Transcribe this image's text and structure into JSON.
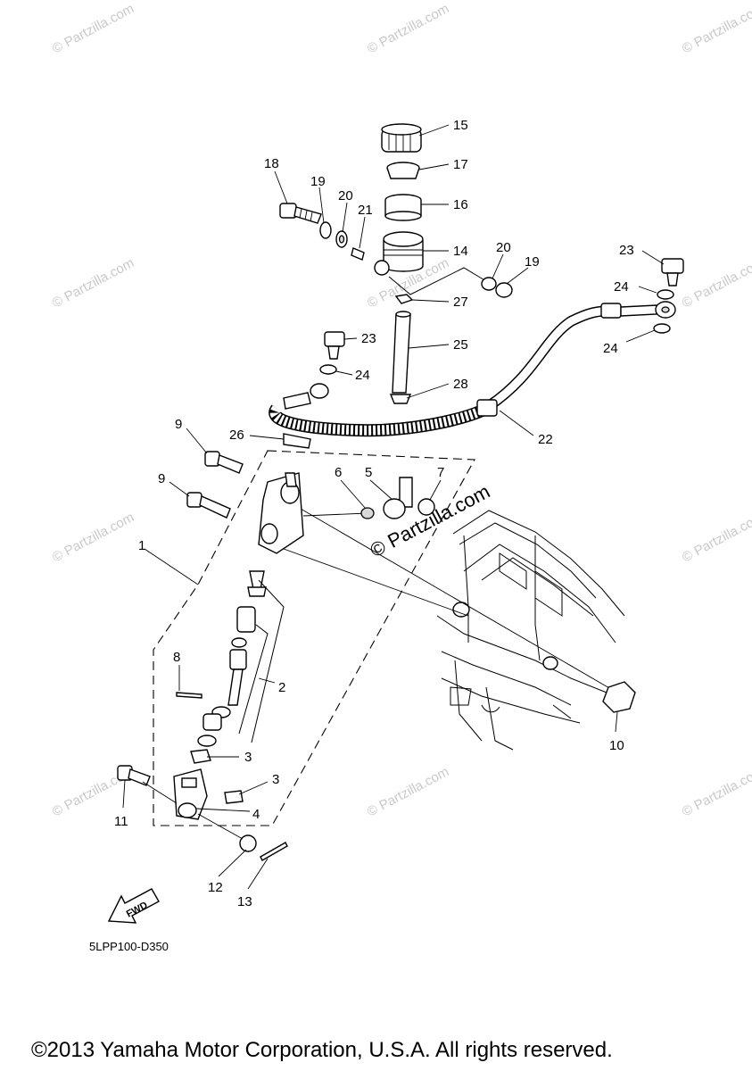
{
  "diagram": {
    "code": "5LPP100-D350",
    "fwd_label": "FWD",
    "copyright": "©2013 Yamaha Motor Corporation, U.S.A. All rights reserved.",
    "watermark_small": "© Partzilla.com",
    "watermark_center": "© Partzilla.com",
    "callouts": {
      "c1": "1",
      "c2": "2",
      "c3a": "3",
      "c3b": "3",
      "c4": "4",
      "c5": "5",
      "c6": "6",
      "c7": "7",
      "c8": "8",
      "c9a": "9",
      "c9b": "9",
      "c10": "10",
      "c11": "11",
      "c12": "12",
      "c13": "13",
      "c14": "14",
      "c15": "15",
      "c16": "16",
      "c17": "17",
      "c18": "18",
      "c19a": "19",
      "c19b": "19",
      "c20a": "20",
      "c20b": "20",
      "c21": "21",
      "c22": "22",
      "c23a": "23",
      "c23b": "23",
      "c24a": "24",
      "c24b": "24",
      "c24c": "24",
      "c25": "25",
      "c26": "26",
      "c27": "27",
      "c28": "28"
    }
  }
}
